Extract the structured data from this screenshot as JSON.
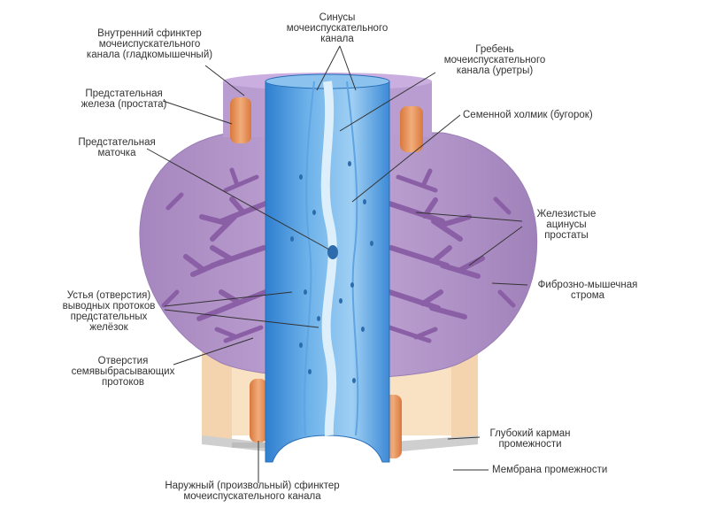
{
  "labels": {
    "internal_sphincter": "Внутренний сфинктер\nмочеиспускательного\nканала (гладкомышечный)",
    "sinuses": "Синусы\nмочеиспускательного\nканала",
    "urethral_crest": "Гребень\nмочеиспускательного\nканала (уретры)",
    "prostate_gland": "Предстательная\nжелеза (простата)",
    "seminal_colliculus": "Семенной холмик (бугорок)",
    "prostatic_utricle": "Предстательная\nматочка",
    "glandular_acini": "Железистые\nацинусы\nпростаты",
    "fibromuscular_stroma": "Фиброзно-мышечная\nстрома",
    "duct_openings": "Устья (отверстия)\nвыводных протоков\nпредстательных\nжелёзок",
    "ejaculatory_openings": "Отверстия\nсемявыбрасывающих\nпротоков",
    "deep_pouch": "Глубокий карман\nпромежности",
    "perineal_membrane": "Мембрана промежности",
    "external_sphincter": "Наружный (произвольный) сфинктер\nмочеиспускательного канала"
  },
  "colors": {
    "prostate": "#b596c8",
    "prostate_dark": "#8f6aab",
    "acini": "#8a5fa6",
    "sphincter": "#e8965e",
    "lumen": "#3b8fd8",
    "lumen_light": "#a9d4f3",
    "pouch": "#f9e1c4",
    "membrane": "#c9c9c9",
    "leader": "#333333"
  }
}
